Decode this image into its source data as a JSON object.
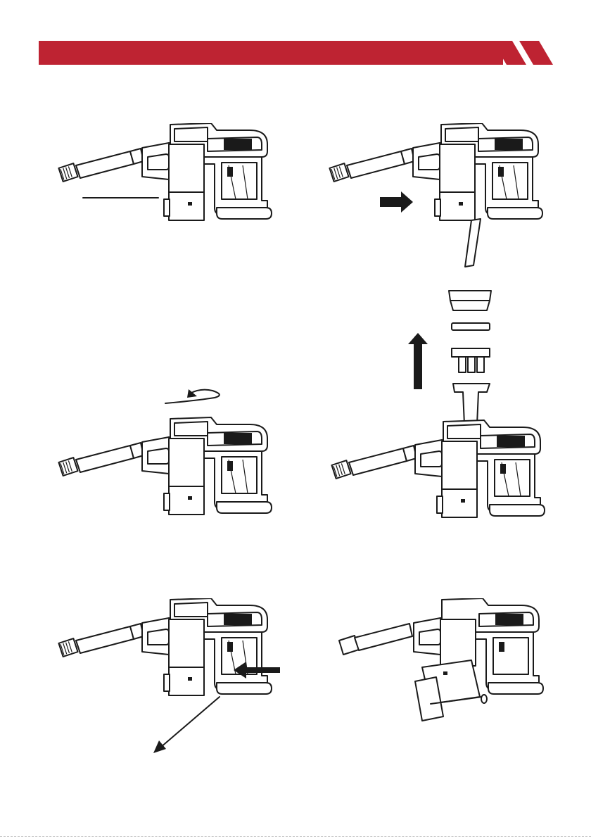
{
  "header": {
    "band_color": "#BE2332",
    "shape": "red-banner-with-two-slashes"
  },
  "steps": [
    {
      "id": "step-1",
      "icon": "vacuum-with-pointer-line"
    },
    {
      "id": "step-2",
      "icon": "vacuum-dustbin-lid-open-arrow-right"
    },
    {
      "id": "step-3",
      "icon": "vacuum-twist-arrow"
    },
    {
      "id": "step-4",
      "icon": "vacuum-filter-exploded-arrow-up"
    },
    {
      "id": "step-5",
      "icon": "vacuum-release-arrows"
    },
    {
      "id": "step-6",
      "icon": "vacuum-dustbin-detached"
    }
  ],
  "colors": {
    "accent": "#BE2332",
    "line": "#1a1a1a"
  }
}
